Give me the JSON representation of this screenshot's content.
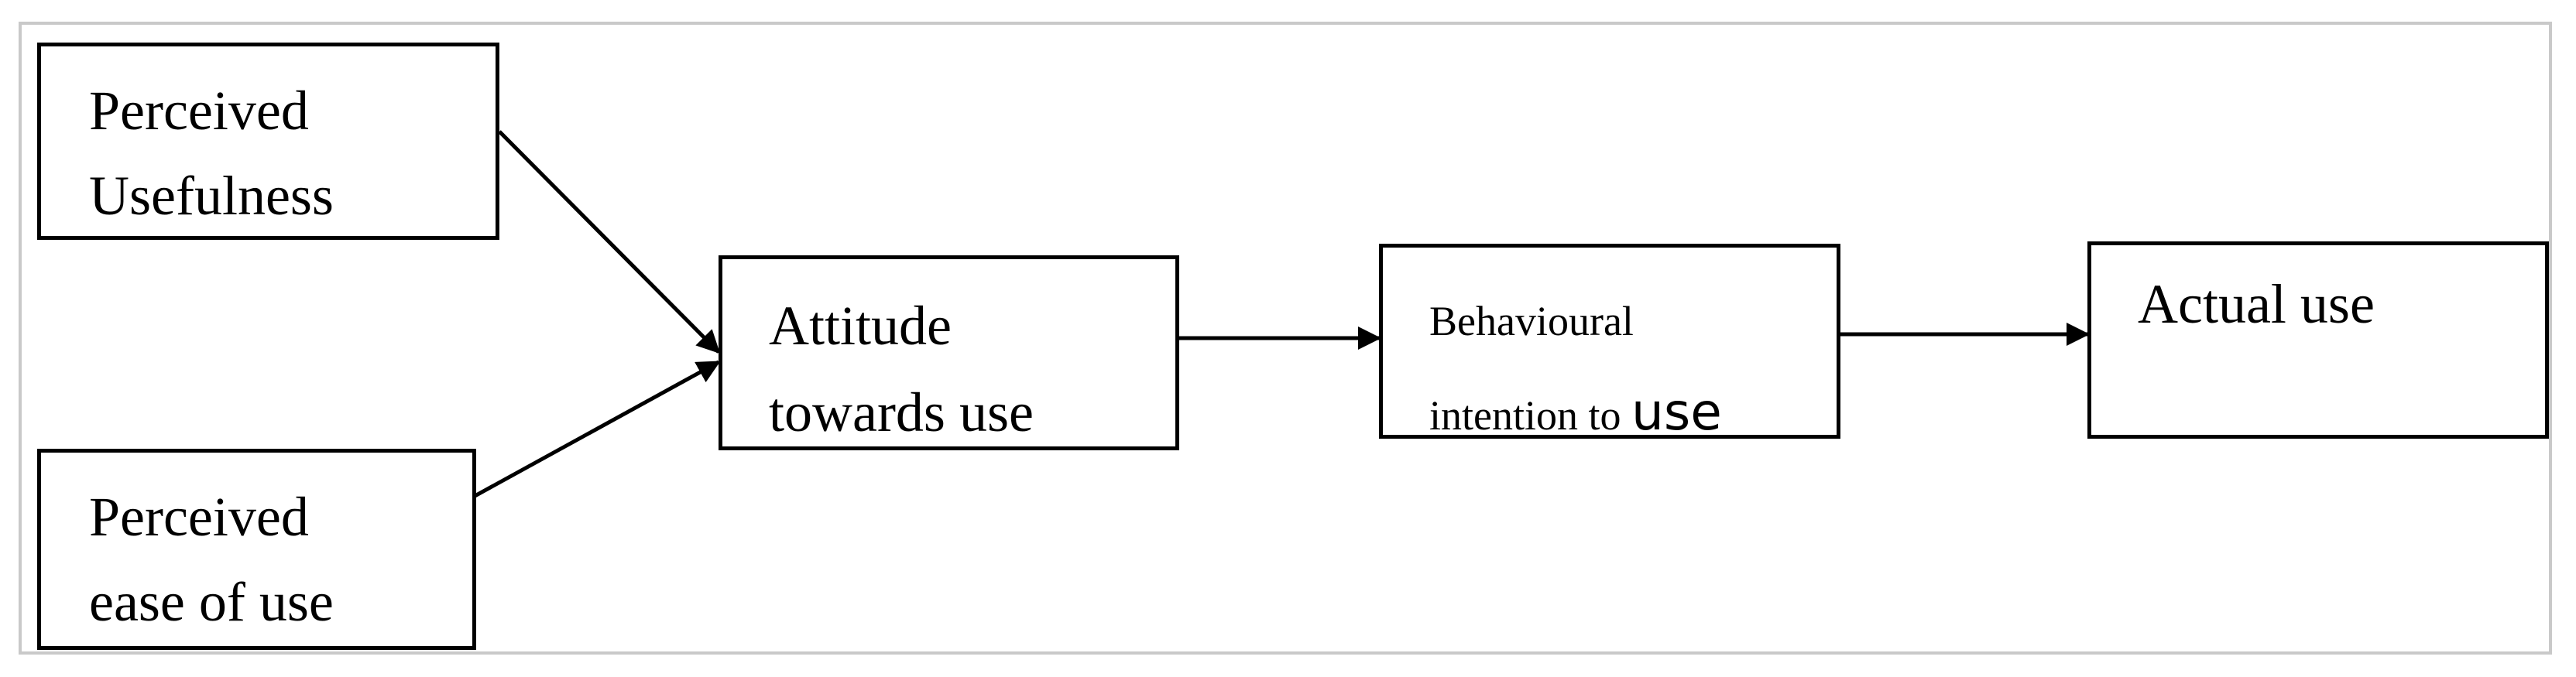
{
  "diagram": {
    "nodes": {
      "perceived_usefulness": {
        "line1": "Perceived",
        "line2": "Usefulness"
      },
      "perceived_ease": {
        "line1": "Perceived",
        "line2": "ease of use"
      },
      "attitude": {
        "line1": "Attitude",
        "line2": "towards use"
      },
      "behavioural_intention": {
        "line1": "Behavioural",
        "line2a": "intention to ",
        "line2b": "use"
      },
      "actual_use": {
        "line1": "Actual use"
      }
    },
    "edges": [
      {
        "from": "Perceived Usefulness",
        "to": "Attitude towards use"
      },
      {
        "from": "Perceived ease of use",
        "to": "Attitude towards use"
      },
      {
        "from": "Attitude towards use",
        "to": "Behavioural intention to use"
      },
      {
        "from": "Behavioural intention to use",
        "to": "Actual use"
      }
    ],
    "colors": {
      "stroke": "#000000",
      "frame": "#c9c9c9",
      "background": "#ffffff"
    }
  }
}
